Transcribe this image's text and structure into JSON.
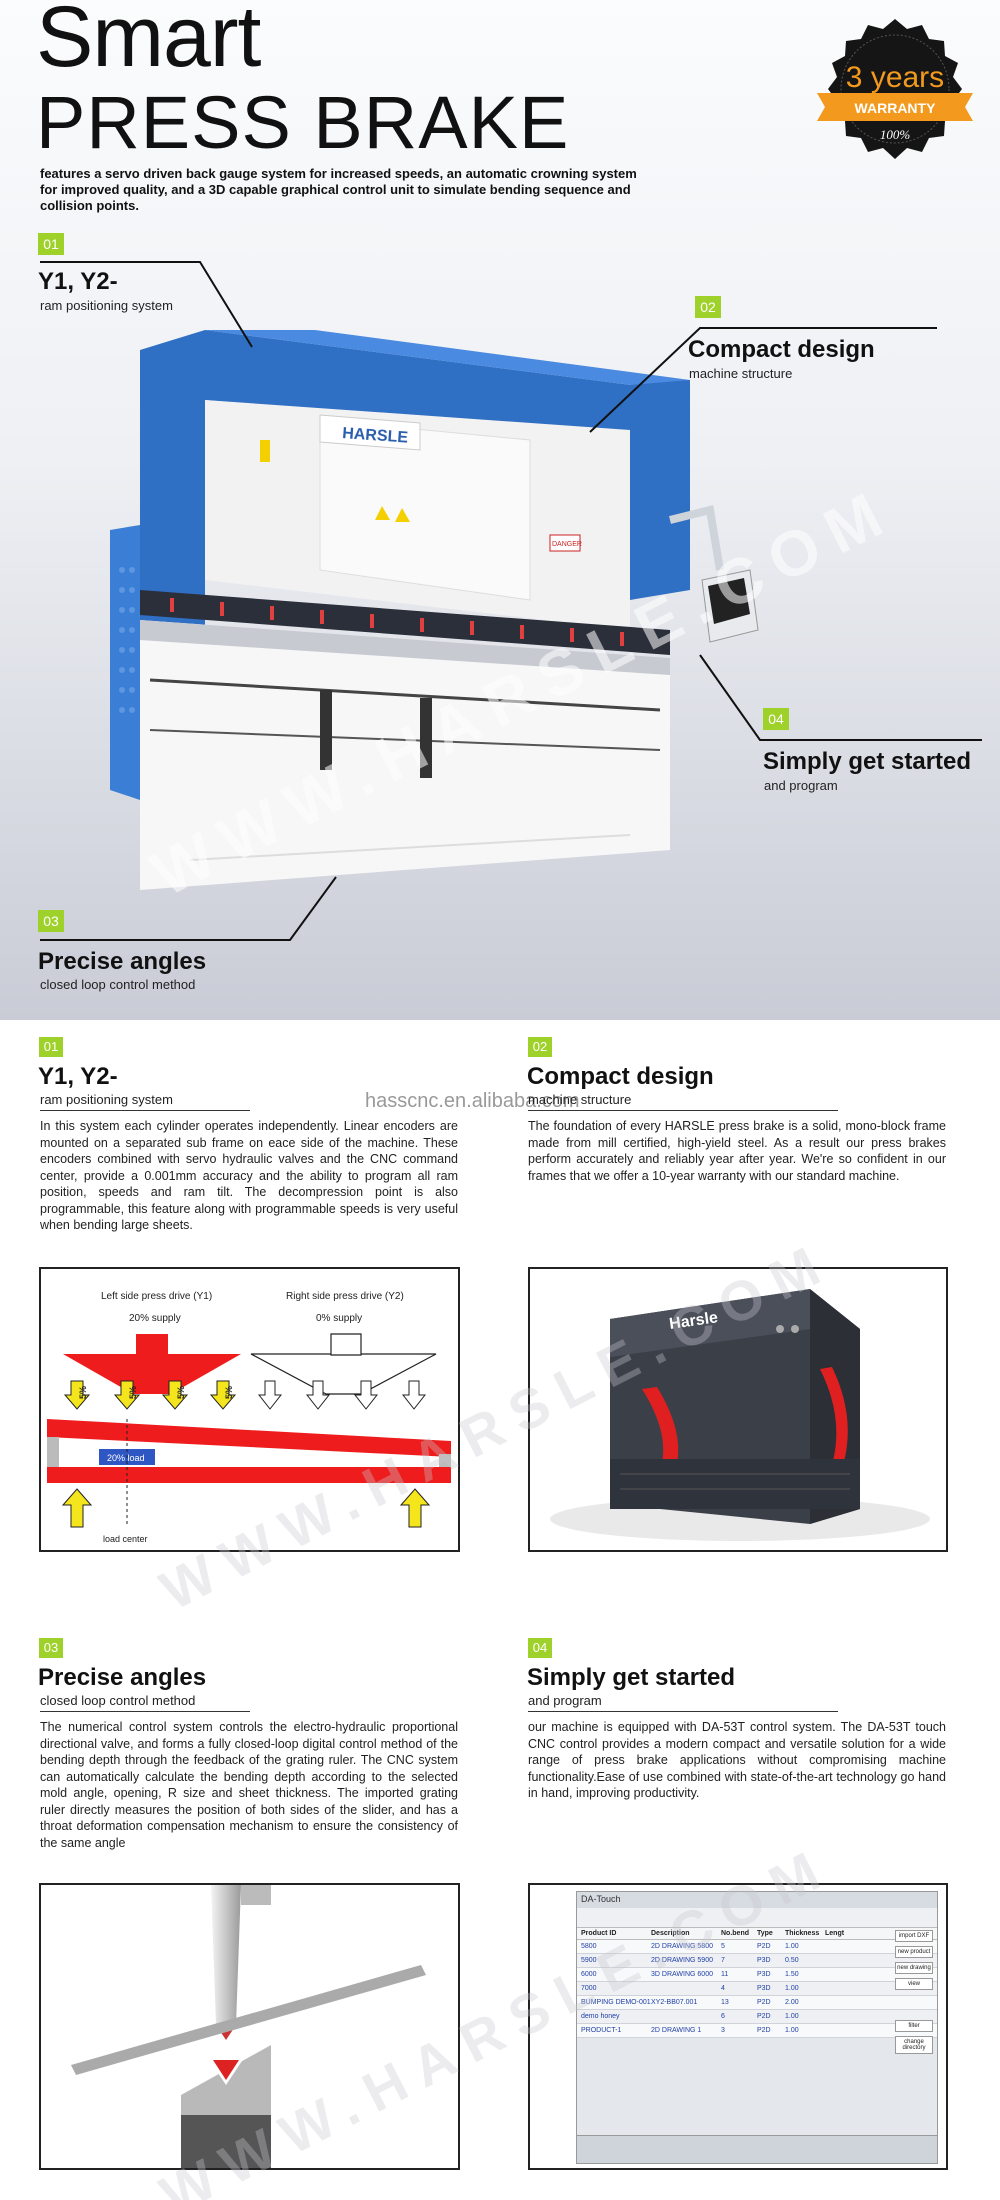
{
  "hero": {
    "title_line1": "Smart",
    "title_line2": "PRESS BRAKE",
    "subtitle": "features a servo driven back gauge system for increased speeds, an automatic crowning system for improved quality, and a 3D capable graphical control unit to simulate bending sequence and collision points.",
    "badge": {
      "years": "3 years",
      "ribbon": "WARRANTY",
      "percent": "100%"
    },
    "machine_brand": "HARSLE",
    "machine_warning": "DANGER",
    "callouts": [
      {
        "num": "01",
        "title": "Y1, Y2-",
        "sub": "ram positioning system"
      },
      {
        "num": "02",
        "title": "Compact design",
        "sub": "machine structure"
      },
      {
        "num": "04",
        "title": "Simply get started",
        "sub": "and program"
      },
      {
        "num": "03",
        "title": "Precise angles",
        "sub": "closed loop control method"
      }
    ],
    "watermark": "WWW.HARSLE.COM"
  },
  "site_url": "hasscnc.en.alibaba.com",
  "sections": [
    {
      "num": "01",
      "title": "Y1, Y2-",
      "sub": "ram positioning system",
      "body": "In this system each cylinder operates independently. Linear encoders are mounted on a separated sub frame on eace side of the machine. These encoders combined with servo hydraulic valves and the CNC command center, provide a 0.001mm accuracy and the ability to program all ram position, speeds and ram tilt. The decompression point is also programmable, this feature along with programmable speeds is very useful when bending large sheets."
    },
    {
      "num": "02",
      "title": "Compact design",
      "sub": "machine structure",
      "body": "The foundation of every HARSLE press brake is a solid, mono-block frame made from mill certified, high-yield steel. As a result our press brakes perform accurately and reliably year after year. We're so confident in our frames that we offer a 10-year warranty with our standard machine."
    },
    {
      "num": "03",
      "title": "Precise angles",
      "sub": "closed loop control method",
      "body": "The numerical control system controls the electro-hydraulic proportional directional valve, and forms a fully closed-loop digital control method of the bending depth through the feedback of the grating ruler. The CNC system can automatically calculate the bending depth according to the selected mold angle, opening, R size and sheet thickness. The imported grating ruler directly measures the position of both sides of the slider, and has a throat deformation compensation mechanism to ensure the consistency of the same angle"
    },
    {
      "num": "04",
      "title": "Simply get started",
      "sub": "and program",
      "body": "our machine is equipped with DA-53T control system. The DA-53T touch CNC control provides a modern compact and versatile solution for a wide range of press brake applications without compromising machine functionality.Ease of use combined with state-of-the-art technology go hand in hand, improving productivity."
    }
  ],
  "diagram": {
    "left_label": "Left side press drive (Y1)",
    "left_supply": "20% supply",
    "right_label": "Right side press drive (Y2)",
    "right_supply": "0% supply",
    "pct": [
      "5%",
      "5%",
      "5%",
      "5%"
    ],
    "load": "20% load",
    "load_center": "load center"
  },
  "frame2_brand": "Harsle",
  "screen": {
    "title": "DA-Touch",
    "headers": [
      "Product ID",
      "Description",
      "No.bend",
      "Type",
      "Thickness",
      "Lengt"
    ],
    "rows": [
      [
        "5800",
        "2D DRAWING 5800",
        "5",
        "P2D",
        "1.00"
      ],
      [
        "5900",
        "2D DRAWING 5900",
        "7",
        "P3D",
        "0.50"
      ],
      [
        "6000",
        "3D DRAWING 6000",
        "11",
        "P3D",
        "1.50"
      ],
      [
        "7000",
        "",
        "4",
        "P3D",
        "1.00"
      ],
      [
        "BUMPING DEMO-001",
        "XY2-BB07.001",
        "13",
        "P2D",
        "2.00"
      ],
      [
        "demo honey",
        "",
        "6",
        "P2D",
        "1.00"
      ],
      [
        "PRODUCT-1",
        "2D DRAWING 1",
        "3",
        "P2D",
        "1.00"
      ]
    ],
    "side_buttons": [
      "import DXF",
      "new product",
      "new drawing",
      "view",
      "filter",
      "change directory"
    ]
  },
  "colors": {
    "accent_green": "#9fd12b",
    "machine_blue": "#2f6fc4",
    "badge_orange": "#f39a1e"
  }
}
